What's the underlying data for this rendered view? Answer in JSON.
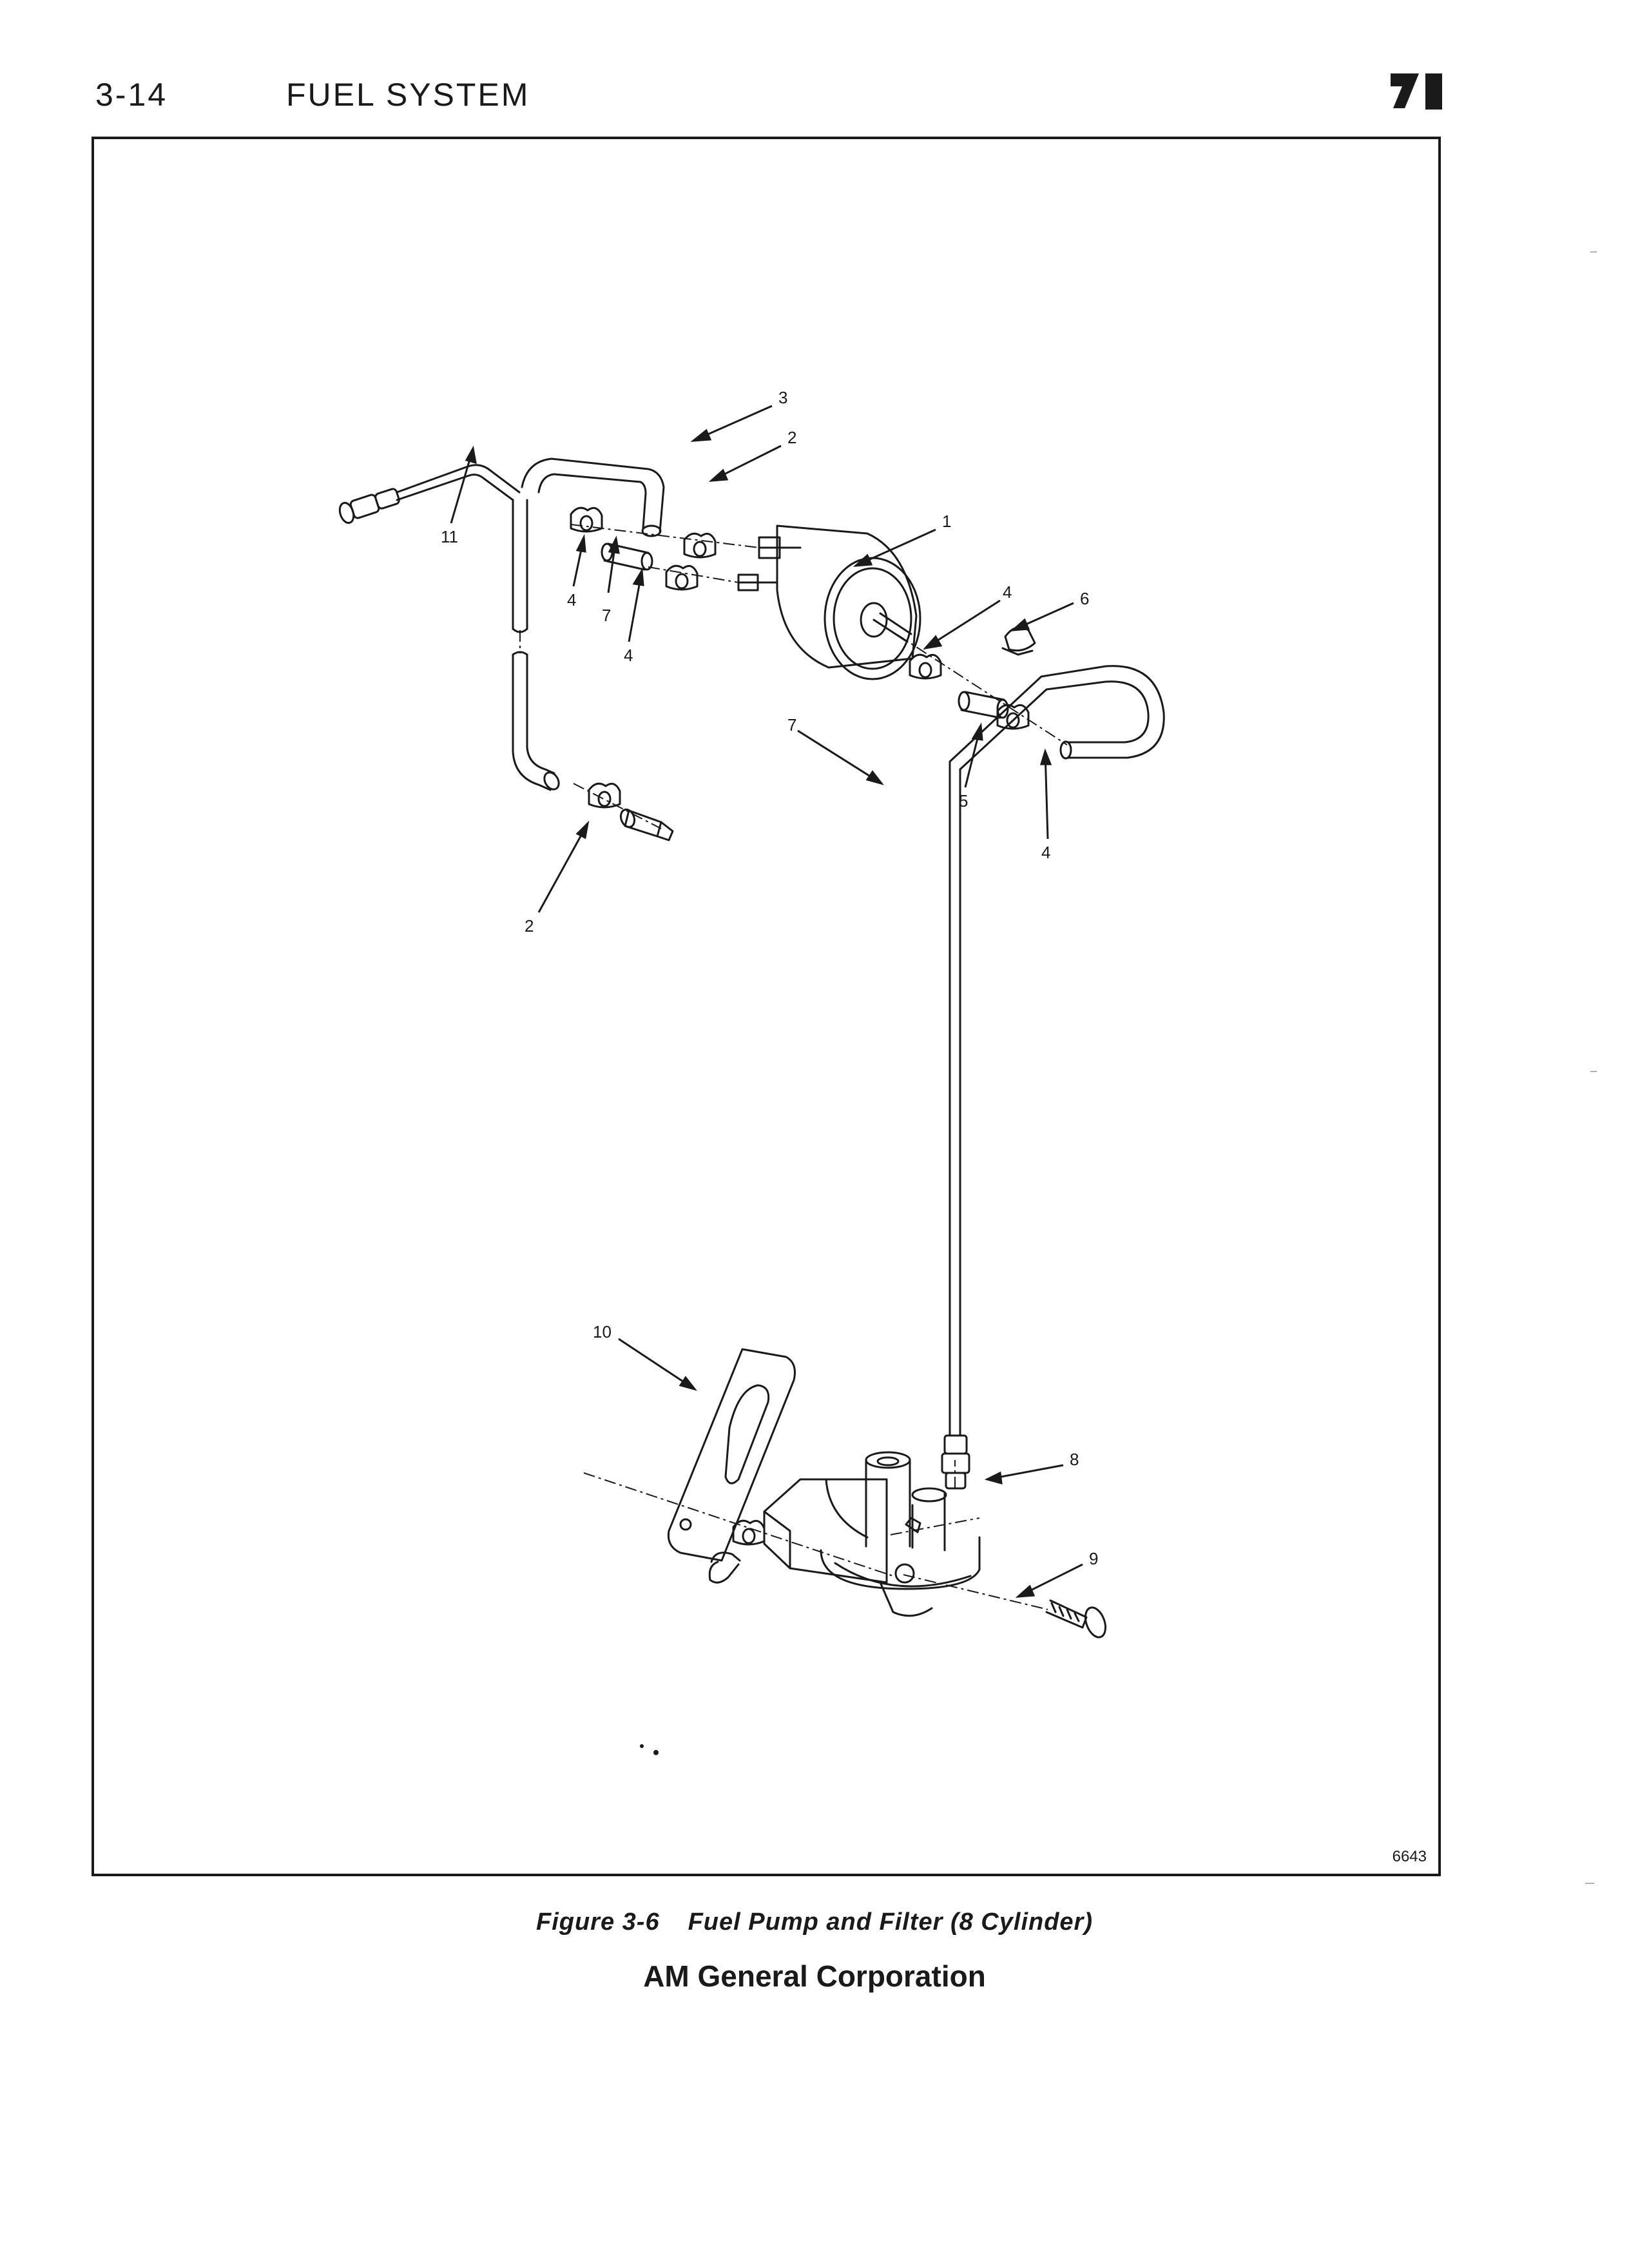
{
  "header": {
    "page_number": "3-14",
    "section_title": "FUEL SYSTEM"
  },
  "figure": {
    "id_number": "6643",
    "callouts": {
      "filter": "1",
      "clamp_top": "2",
      "clamp_bottom": "2",
      "hose_top": "3",
      "clamp_left_a": "4",
      "clamp_left_b": "4",
      "clamp_right_a": "4",
      "clamp_right_b": "4",
      "hose_short": "5",
      "hose_clip": "6",
      "hose_left": "7",
      "tube_long": "7",
      "pump": "8",
      "bolt": "9",
      "gasket": "10",
      "line": "11"
    },
    "caption_number": "Figure 3-6",
    "caption_title": "Fuel Pump and Filter (8 Cylinder)"
  },
  "footer": {
    "publisher": "AM General Corporation"
  }
}
